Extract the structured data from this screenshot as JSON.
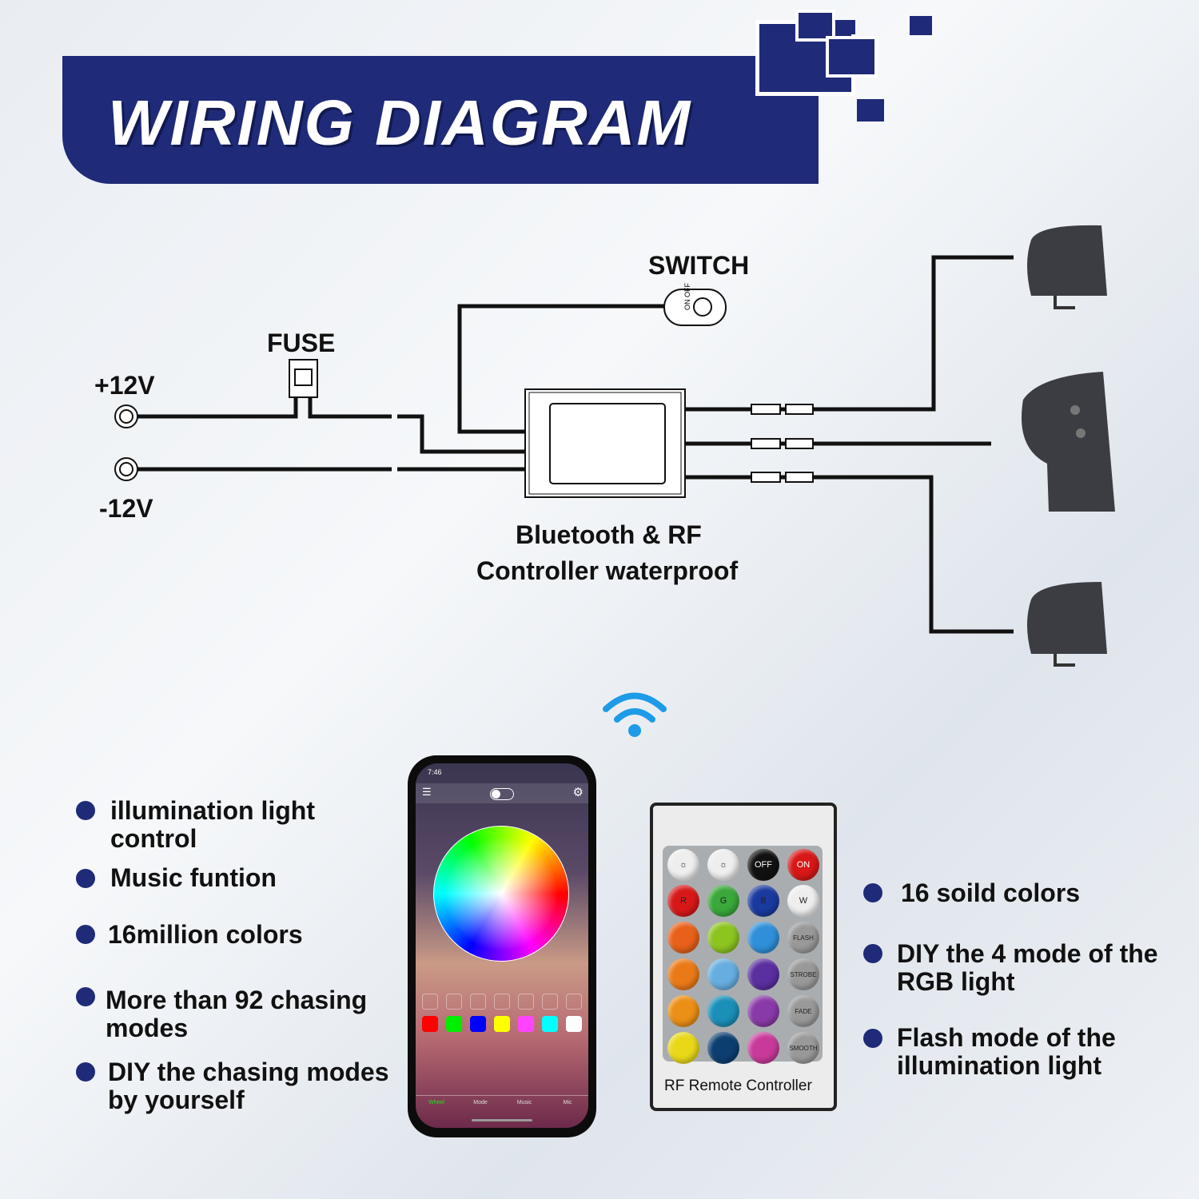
{
  "header": {
    "title": "WIRING DIAGRAM"
  },
  "diagram": {
    "positive_label": "+12V",
    "negative_label": "-12V",
    "fuse_label": "FUSE",
    "switch_label": "SWITCH",
    "controller_label_line1": "Bluetooth & RF",
    "controller_label_line2": "Controller waterproof"
  },
  "left_features": [
    "illumination light control",
    "Music funtion",
    "16million colors",
    "More than 92 chasing modes",
    "DIY the chasing modes by yourself"
  ],
  "right_features": [
    "16 soild colors",
    "DIY the 4 mode of the RGB light",
    "Flash mode of the illumination light"
  ],
  "phone": {
    "time": "7:46",
    "tabs": [
      "Wheel",
      "Mode",
      "Music",
      "Mic"
    ],
    "swatches": [
      "#ff0000",
      "#00ee00",
      "#0000ff",
      "#ffff00",
      "#ff44ff",
      "#00ffff",
      "#ffffff"
    ]
  },
  "remote": {
    "label": "RF Remote Controller",
    "top_buttons": [
      "OFF",
      "ON"
    ],
    "rgbw": [
      "R",
      "G",
      "B",
      "W"
    ],
    "modes": [
      "FLASH",
      "STROBE",
      "FADE",
      "SMOOTH"
    ],
    "colors": [
      "#e8601a",
      "#8cc420",
      "#2f8fd8",
      "#ea7a18",
      "#66aee0",
      "#5a2fa0",
      "#eb8f16",
      "#1a8fb8",
      "#8a3aa8",
      "#e8d818",
      "#0c3f70",
      "#c83a9a"
    ]
  },
  "colors": {
    "brand": "#1f2a78"
  }
}
